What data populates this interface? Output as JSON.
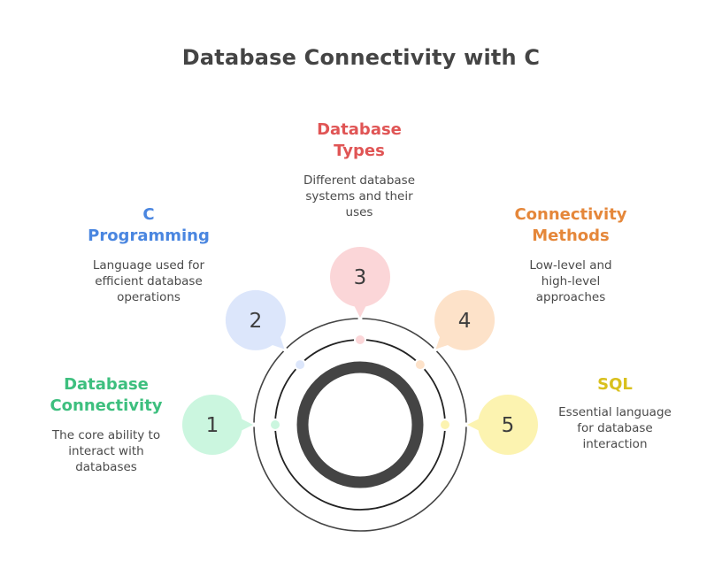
{
  "title": "Database Connectivity with C",
  "items": [
    {
      "number": "1",
      "heading_lines": [
        "Database",
        "Connectivity"
      ],
      "description_lines": [
        "The core ability to",
        "interact with",
        "databases"
      ],
      "color": "#3dbf7e",
      "fill": "#cbf6df"
    },
    {
      "number": "2",
      "heading_lines": [
        "C",
        "Programming"
      ],
      "description_lines": [
        "Language used for",
        "efficient database",
        "operations"
      ],
      "color": "#4a86e0",
      "fill": "#dce6fb"
    },
    {
      "number": "3",
      "heading_lines": [
        "Database",
        "Types"
      ],
      "description_lines": [
        "Different database",
        "systems and their",
        "uses"
      ],
      "color": "#e05555",
      "fill": "#fbd6d8"
    },
    {
      "number": "4",
      "heading_lines": [
        "Connectivity",
        "Methods"
      ],
      "description_lines": [
        "Low-level and",
        "high-level",
        "approaches"
      ],
      "color": "#e5873a",
      "fill": "#fde2c9"
    },
    {
      "number": "5",
      "heading_lines": [
        "SQL"
      ],
      "description_lines": [
        "Essential language",
        "for database",
        "interaction"
      ],
      "color": "#d9c01e",
      "fill": "#fcf3b0"
    }
  ],
  "ring_color": "#444444"
}
